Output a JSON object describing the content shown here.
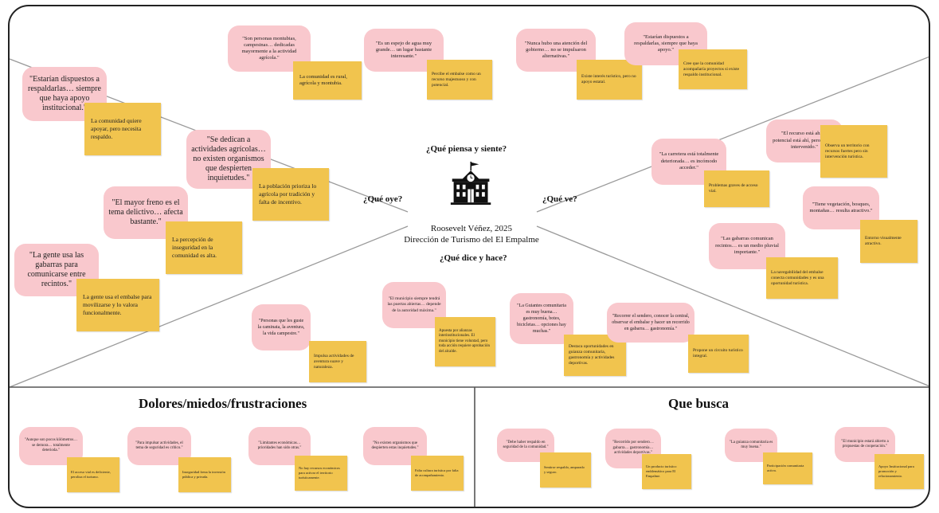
{
  "empathy_map": {
    "sections": {
      "think_feel": "¿Qué piensa y siente?",
      "hear": "¿Qué oye?",
      "see": "¿Qué ve?",
      "say_do": "¿Qué dice y hace?",
      "pains": "Dolores/miedos/frustraciones",
      "gains": "Que busca"
    },
    "center": {
      "icon": "school-building-icon",
      "line1": "Roosevelt Véñez, 2025",
      "line2": "Dirección de Turismo del El Empalme"
    },
    "colors": {
      "quote": "#f9c8cd",
      "note": "#f1c44e",
      "border": "#222222"
    },
    "think_feel_notes": [
      {
        "quote": "\"Son personas montubias, campesinas… dedicadas mayormente a la actividad agrícola.\"",
        "note": "La comunidad es rural, agrícola y montubia."
      },
      {
        "quote": "\"Es un espejo de agua muy grande… un lugar bastante interesante.\"",
        "note": "Percibe el embalse como un recurso majestuoso y con potencial."
      },
      {
        "quote": "\"Nunca hubo una atención del gobierno… no se impulsaron alternativas.\"",
        "note": "Existe interés turístico, pero no apoyo estatal."
      },
      {
        "quote": "\"Estarían dispuestos a respaldarlas, siempre que haya apoyo.\"",
        "note": "Cree que la comunidad acompañaría proyectos si existe respaldo institucional."
      }
    ],
    "hear_notes": [
      {
        "quote": "\"Estarían dispuestos a respaldarlas… siempre que haya apoyo institucional.\"",
        "note": "La comunidad quiere apoyar, pero necesita respaldo."
      },
      {
        "quote": "\"Se dedican a actividades agrícolas… no existen organismos que despierten inquietudes.\"",
        "note": "La población prioriza lo agrícola por tradición y falta de incentivo."
      },
      {
        "quote": "\"El mayor freno es el tema delictivo… afecta bastante.\"",
        "note": "La percepción de inseguridad en la comunidad es alta."
      },
      {
        "quote": "\"La gente usa las gabarras para comunicarse entre recintos.\"",
        "note": "La gente usa el embalse para movilizarse y lo valora funcionalmente."
      }
    ],
    "see_notes": [
      {
        "quote": "\"El recurso está ahí, el potencial está ahí, pero no está intervenido.\"",
        "note": "Observa un territorio con recursos fuertes pero sin intervención turística."
      },
      {
        "quote": "\"La carretera está totalmente deteriorada… es incómodo acceder.\"",
        "note": "Problemas graves de acceso vial."
      },
      {
        "quote": "\"Tiene vegetación, bosques, montañas… resulta atractivo.\"",
        "note": "Entorno visualmente atractivo."
      },
      {
        "quote": "\"Las gabarras comunican recintos… es un medio pluvial importante.\"",
        "note": "La navegabilidad del embalse conecta comunidades y es una oportunidad turística."
      }
    ],
    "say_do_notes": [
      {
        "quote": "\"Personas que les guste la caminata, la aventura, la vida campestre.\"",
        "note": "Impulsa actividades de aventura suave y naturaleza."
      },
      {
        "quote": "\"El municipio siempre tendrá las puertas abiertas… depende de la autoridad máxima.\"",
        "note": "Apuesta por alianzas interinstitucionales. El municipio tiene voluntad, pero toda acción requiere aprobación del alcalde."
      },
      {
        "quote": "\"La Guiantes comunitaria es muy buena… gastronomía, botes, bicicletas… opciones hay muchas.\"",
        "note": "Destaca oportunidades en guianza comunitaria, gastronomía y actividades deportivas."
      },
      {
        "quote": "\"Recorrer el sendero, conocer la central, observar el embalse y hacer un recorrido en gabarra… gastronomía.\"",
        "note": "Propone un circuito turístico integral."
      }
    ],
    "pains_notes": [
      {
        "quote": "\"Aunque son pocos kilómetros… se demora… totalmente deterioda.\"",
        "note": "El acceso vial es deficiente, peroliza el turismo."
      },
      {
        "quote": "\"Para impulsar actividades, el tema de seguridad es crítico.\"",
        "note": "Inseguridad frena la inversión pública y privada."
      },
      {
        "quote": "\"Limitantes económicas… prioridades han sido otras.\"",
        "note": "No hay recursos económicos para activar el territorio turísticamente."
      },
      {
        "quote": "\"No existen organismos que despierten estas inquietudes.\"",
        "note": "Falta cultura turística por falta de acompañamiento."
      }
    ],
    "gains_notes": [
      {
        "quote": "\"Debe haber respaldo en seguridad de la comunidad.\"",
        "note": "Sentirse respaldo, amparado y seguro."
      },
      {
        "quote": "\"Recorrido por sendero… gabarra… gastronomía… actividades deportivas.\"",
        "note": "Un producto turístico emblemático para El Empalme."
      },
      {
        "quote": "\"La guianza comunitaria es muy buena.\"",
        "note": "Participación comunitaria activa."
      },
      {
        "quote": "\"El municipio estará abierto a propuestas de cooperación.\"",
        "note": "Apoyo Institucional para promoción y relacionamiento."
      }
    ]
  }
}
